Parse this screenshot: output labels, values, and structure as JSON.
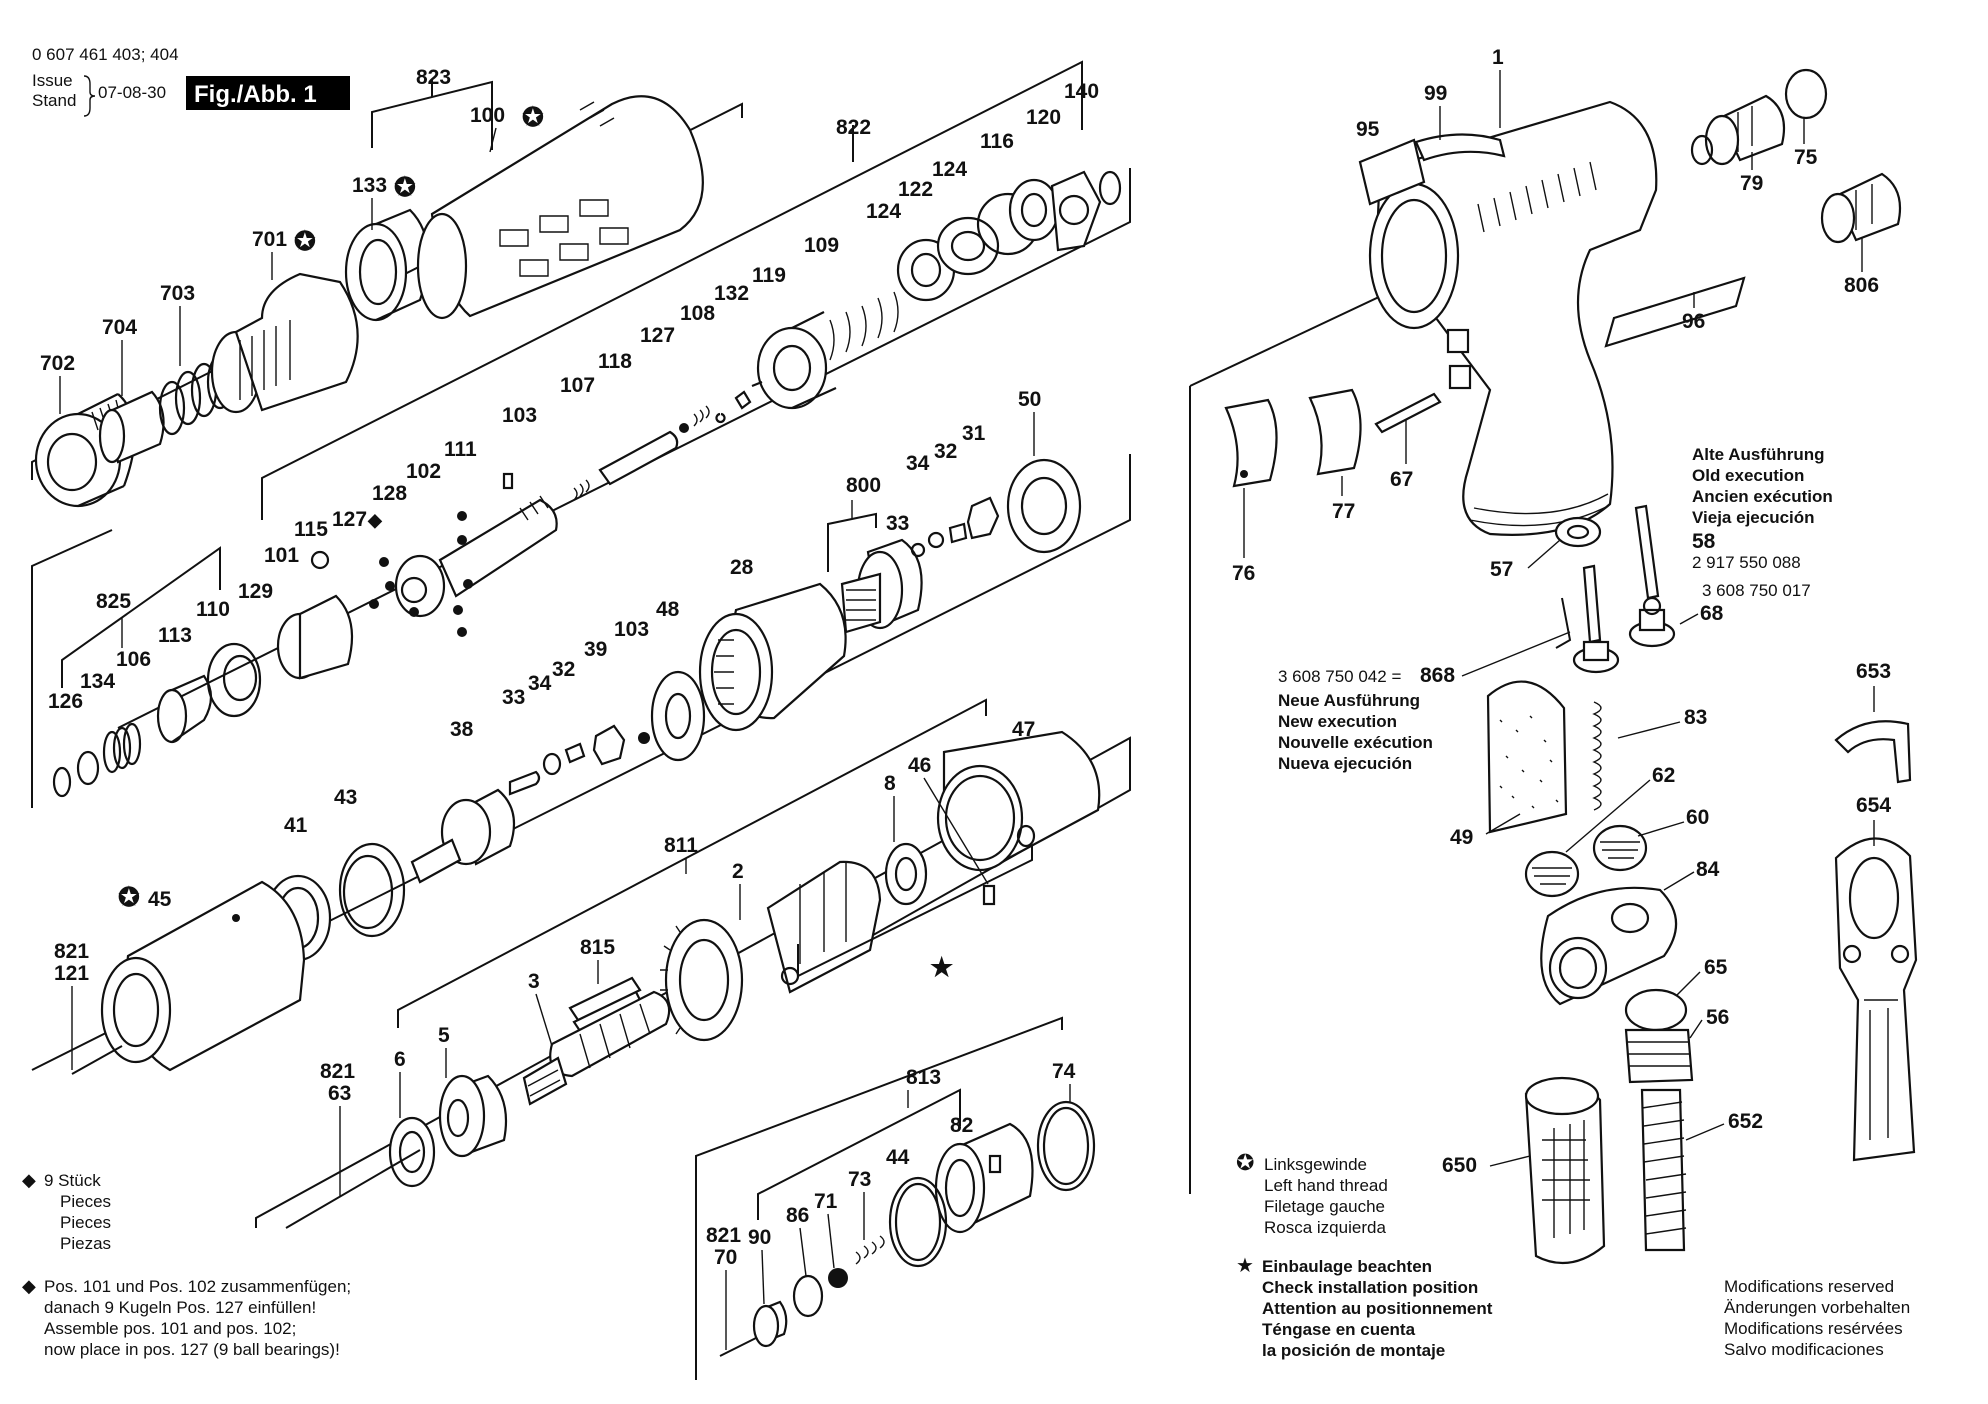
{
  "header": {
    "doc_number": "0 607 461 403; 404",
    "issue_word": "Issue",
    "stand_word": "Stand",
    "issue_date": "07-08-30",
    "fig_label": "Fig./Abb. 1"
  },
  "part_labels": {
    "p823": "823",
    "p100": "100",
    "p133": "133",
    "p701": "701",
    "p703": "703",
    "p704": "704",
    "p702": "702",
    "p822": "822",
    "p140": "140",
    "p120": "120",
    "p116": "116",
    "p124a": "124",
    "p122": "122",
    "p124b": "124",
    "p109": "109",
    "p119": "119",
    "p132": "132",
    "p108": "108",
    "p127a": "127",
    "p118": "118",
    "p107": "107",
    "p103a": "103",
    "p111": "111",
    "p102": "102",
    "p128": "128",
    "p127b": "127",
    "p115": "115",
    "p101": "101",
    "p129": "129",
    "p110": "110",
    "p113": "113",
    "p825": "825",
    "p106": "106",
    "p134": "134",
    "p126": "126",
    "p50": "50",
    "p800": "800",
    "p34a": "34",
    "p32a": "32",
    "p31": "31",
    "p33a": "33",
    "p28": "28",
    "p48": "48",
    "p103b": "103",
    "p39": "39",
    "p32b": "32",
    "p34b": "34",
    "p33b": "33",
    "p38": "38",
    "p43": "43",
    "p41": "41",
    "p45": "45",
    "p821a": "821",
    "p121": "121",
    "p811": "811",
    "p8": "8",
    "p46": "46",
    "p47": "47",
    "p2": "2",
    "p815": "815",
    "p3": "3",
    "p5": "5",
    "p6": "6",
    "p821b": "821",
    "p63": "63",
    "p813": "813",
    "p74": "74",
    "p82": "82",
    "p44": "44",
    "p73": "73",
    "p71": "71",
    "p86": "86",
    "p90": "90",
    "p821c": "821",
    "p70": "70",
    "p1": "1",
    "p99": "99",
    "p95": "95",
    "p75": "75",
    "p79": "79",
    "p806": "806",
    "p96": "96",
    "p76": "76",
    "p77": "77",
    "p67": "67",
    "p57": "57",
    "p58": "58",
    "p68": "68",
    "p868": "868",
    "p83": "83",
    "p49": "49",
    "p62": "62",
    "p60": "60",
    "p84": "84",
    "p65": "65",
    "p56": "56",
    "p652": "652",
    "p650": "650",
    "p653": "653",
    "p654": "654"
  },
  "old_execution": {
    "lines": [
      "Alte Ausführung",
      "Old execution",
      "Ancien exécution",
      "Vieja ejecución"
    ],
    "part_no_58": "2 917 550 088",
    "part_no_68": "3 608 750 017"
  },
  "new_execution": {
    "part_no_868": "3 608 750 042 =",
    "lines": [
      "Neue Ausführung",
      "New execution",
      "Nouvelle exécution",
      "Nueva ejecución"
    ]
  },
  "legend_diamond": {
    "symbol": "◆",
    "lines": [
      "9 Stück",
      "Pieces",
      "Pieces",
      "Piezas"
    ]
  },
  "legend_assembly": {
    "symbol": "◆",
    "lines": [
      "Pos. 101 und Pos. 102 zusammenfügen;",
      "danach 9 Kugeln Pos. 127 einfüllen!",
      "Assemble pos. 101 and pos. 102;",
      "now place in pos. 127 (9 ball bearings)!"
    ]
  },
  "legend_thread": {
    "symbol": "✪",
    "lines": [
      "Linksgewinde",
      "Left hand thread",
      "Filetage gauche",
      "Rosca izquierda"
    ]
  },
  "legend_install": {
    "symbol": "★",
    "lines": [
      "Einbaulage beachten",
      "Check installation position",
      "Attention au positionnement",
      "Téngase en cuenta",
      "la posición de montaje"
    ]
  },
  "modifications": {
    "lines": [
      "Modifications reserved",
      "Änderungen vorbehalten",
      "Modifications resérvées",
      "Salvo modificaciones"
    ]
  },
  "symbols": {
    "left_thread": "✪",
    "star": "★",
    "diamond": "◆"
  }
}
